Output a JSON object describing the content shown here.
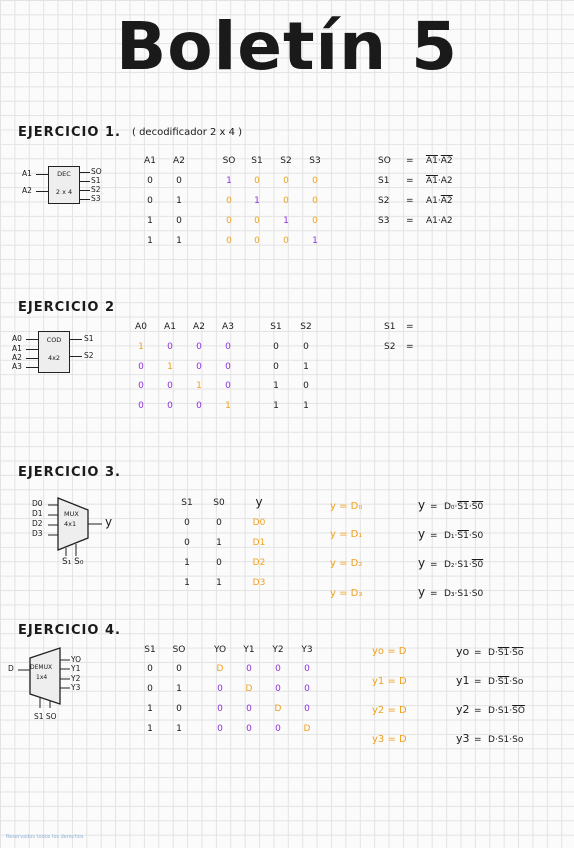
{
  "title": "Boletín 5",
  "ex1": {
    "heading": "EJERCICIO 1.",
    "note": "( decodificador 2 x 4 )",
    "block": {
      "label_top": "DEC",
      "label_mid": "2 x 4",
      "inputs": [
        "A1",
        "A2"
      ],
      "outputs": [
        "SO",
        "S1",
        "S2",
        "S3"
      ]
    },
    "headers": [
      "A1",
      "A2",
      "SO",
      "S1",
      "S2",
      "S3"
    ],
    "rows": [
      [
        "0",
        "0",
        "1",
        "0",
        "0",
        "0"
      ],
      [
        "0",
        "1",
        "0",
        "1",
        "0",
        "0"
      ],
      [
        "1",
        "0",
        "0",
        "0",
        "1",
        "0"
      ],
      [
        "1",
        "1",
        "0",
        "0",
        "0",
        "1"
      ]
    ],
    "equations": [
      {
        "lhs": "SO",
        "eq": "=",
        "a": "A1",
        "dot": "·",
        "b": "A2",
        "a_bar": true,
        "b_bar": true
      },
      {
        "lhs": "S1",
        "eq": "=",
        "a": "A1",
        "dot": "·",
        "b": "A2",
        "a_bar": true,
        "b_bar": false
      },
      {
        "lhs": "S2",
        "eq": "=",
        "a": "A1",
        "dot": "·",
        "b": "A2",
        "a_bar": false,
        "b_bar": true
      },
      {
        "lhs": "S3",
        "eq": "=",
        "a": "A1",
        "dot": "·",
        "b": "A2",
        "a_bar": false,
        "b_bar": false
      }
    ]
  },
  "ex2": {
    "heading": "EJERCICIO 2",
    "block": {
      "label_top": "COD",
      "label_mid": "4x2",
      "inputs": [
        "A0",
        "A1",
        "A2",
        "A3"
      ],
      "outputs": [
        "S1",
        "S2"
      ]
    },
    "headers": [
      "A0",
      "A1",
      "A2",
      "A3",
      "S1",
      "S2"
    ],
    "rows": [
      [
        "1",
        "0",
        "0",
        "0",
        "0",
        "0"
      ],
      [
        "0",
        "1",
        "0",
        "0",
        "0",
        "1"
      ],
      [
        "0",
        "0",
        "1",
        "0",
        "1",
        "0"
      ],
      [
        "0",
        "0",
        "0",
        "1",
        "1",
        "1"
      ]
    ],
    "equations": [
      {
        "lhs": "S1",
        "eq": "="
      },
      {
        "lhs": "S2",
        "eq": "="
      }
    ]
  },
  "ex3": {
    "heading": "EJERCICIO 3.",
    "block": {
      "label_top": "MUX",
      "label_mid": "4x1",
      "inputs": [
        "D0",
        "D1",
        "D2",
        "D3"
      ],
      "output": "y",
      "selects": "S₁ S₀"
    },
    "headers": [
      "S1",
      "S0",
      "y"
    ],
    "rows": [
      [
        "0",
        "0",
        "D0"
      ],
      [
        "0",
        "1",
        "D1"
      ],
      [
        "1",
        "0",
        "D2"
      ],
      [
        "1",
        "1",
        "D3"
      ]
    ],
    "mid_equations": [
      "y = D₀",
      "y = D₁",
      "y = D₂",
      "y = D₃"
    ],
    "equations": [
      {
        "lhs": "y",
        "eq": "=",
        "d": "D₀",
        "s1": "S1",
        "s0": "S0",
        "s1_bar": true,
        "s0_bar": true
      },
      {
        "lhs": "y",
        "eq": "=",
        "d": "D₁",
        "s1": "S1",
        "s0": "S0",
        "s1_bar": true,
        "s0_bar": false
      },
      {
        "lhs": "y",
        "eq": "=",
        "d": "D₂",
        "s1": "S1",
        "s0": "S0",
        "s1_bar": false,
        "s0_bar": true
      },
      {
        "lhs": "y",
        "eq": "=",
        "d": "D₃",
        "s1": "S1",
        "s0": "S0",
        "s1_bar": false,
        "s0_bar": false
      }
    ]
  },
  "ex4": {
    "heading": "EJERCICIO 4.",
    "block": {
      "label_top": "DEMUX",
      "label_mid": "1x4",
      "input": "D",
      "outputs": [
        "YO",
        "Y1",
        "Y2",
        "Y3"
      ],
      "selects": "S1 SO"
    },
    "headers": [
      "S1",
      "SO",
      "YO",
      "Y1",
      "Y2",
      "Y3"
    ],
    "rows": [
      [
        "0",
        "0",
        "D",
        "0",
        "0",
        "0"
      ],
      [
        "0",
        "1",
        "0",
        "D",
        "0",
        "0"
      ],
      [
        "1",
        "0",
        "0",
        "0",
        "D",
        "0"
      ],
      [
        "1",
        "1",
        "0",
        "0",
        "0",
        "D"
      ]
    ],
    "mid_equations": [
      "yo = D",
      "y1 = D",
      "y2 = D",
      "y3 = D"
    ],
    "equations": [
      {
        "lhs": "yo",
        "eq": "=",
        "d": "D",
        "s1": "S1",
        "s0": "So",
        "s1_bar": true,
        "s0_bar": true
      },
      {
        "lhs": "y1",
        "eq": "=",
        "d": "D",
        "s1": "S1",
        "s0": "So",
        "s1_bar": true,
        "s0_bar": false
      },
      {
        "lhs": "y2",
        "eq": "=",
        "d": "D",
        "s1": "S1",
        "s0": "SO",
        "s1_bar": false,
        "s0_bar": true
      },
      {
        "lhs": "y3",
        "eq": "=",
        "d": "D",
        "s1": "S1",
        "s0": "So",
        "s1_bar": false,
        "s0_bar": false
      }
    ]
  },
  "colors": {
    "purple": "#8e2fe0",
    "orange": "#f0a11e",
    "ink": "#1a1a1a"
  },
  "footer": "Reservados todos los derechos"
}
